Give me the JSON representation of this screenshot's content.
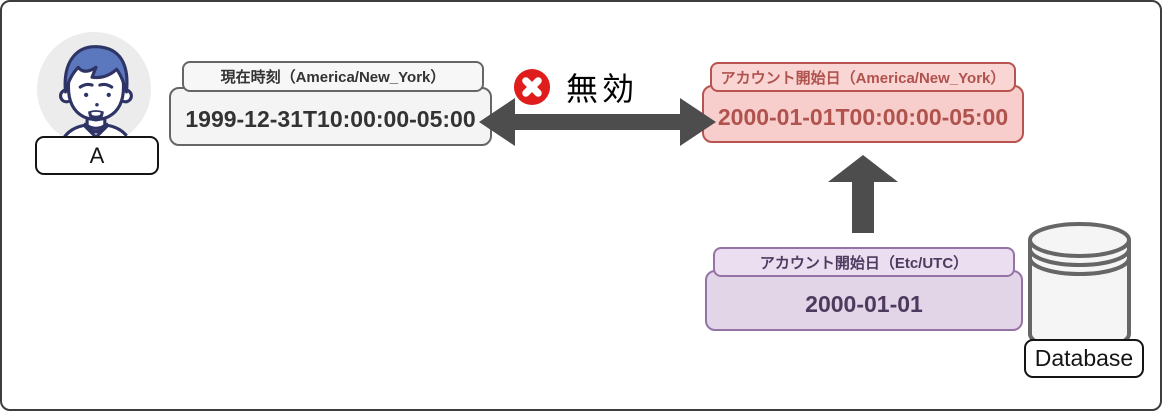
{
  "actor": {
    "label": "A"
  },
  "boxes": {
    "current_time": {
      "header": "現在時刻（America/New_York）",
      "value": "1999-12-31T10:00:00-05:00",
      "fill": "#f4f4f4",
      "stroke": "#666666",
      "text_color": "#333333"
    },
    "account_start_ny": {
      "header": "アカウント開始日（America/New_York）",
      "value": "2000-01-01T00:00:00-05:00",
      "fill": "#f8cecc",
      "stroke": "#b85450",
      "text_color": "#b0524d"
    },
    "account_start_utc": {
      "header": "アカウント開始日（Etc/UTC）",
      "value": "2000-01-01",
      "fill": "#e1d5e7",
      "stroke": "#9673a6",
      "text_color": "#4e3a5e"
    }
  },
  "comparison": {
    "status_label": "無効",
    "icon": "error-cross-icon",
    "icon_color": "#e01d1d",
    "arrow_color": "#4d4d4d"
  },
  "database": {
    "label": "Database"
  }
}
